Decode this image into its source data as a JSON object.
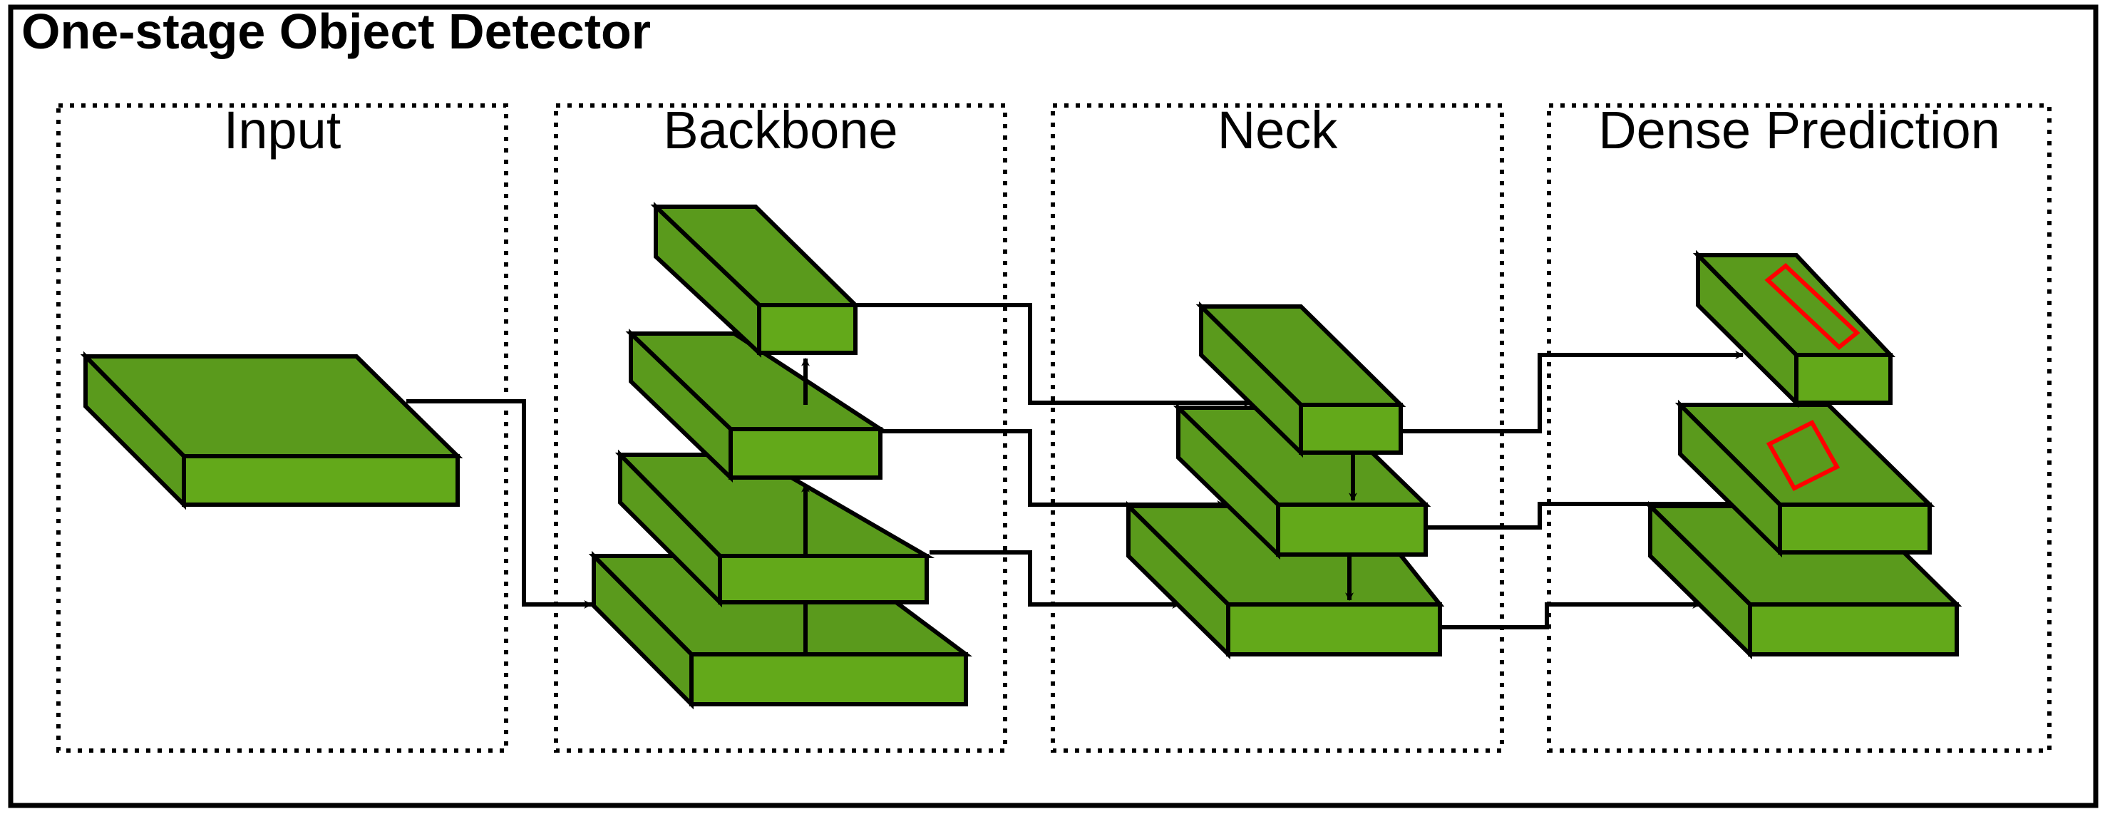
{
  "diagram": {
    "title": "One-stage Object Detector",
    "stages": [
      {
        "id": "input",
        "label": "Input"
      },
      {
        "id": "backbone",
        "label": "Backbone"
      },
      {
        "id": "neck",
        "label": "Neck"
      },
      {
        "id": "dense-prediction",
        "label": "Dense Prediction"
      }
    ],
    "colors": {
      "block_top": "#5a9a1c",
      "block_side": "#5a9a1c",
      "block_front": "#63a91a",
      "stroke": "#000000",
      "prediction_box": "#ff0000",
      "panel_border": "#000000",
      "background": "#ffffff"
    }
  }
}
